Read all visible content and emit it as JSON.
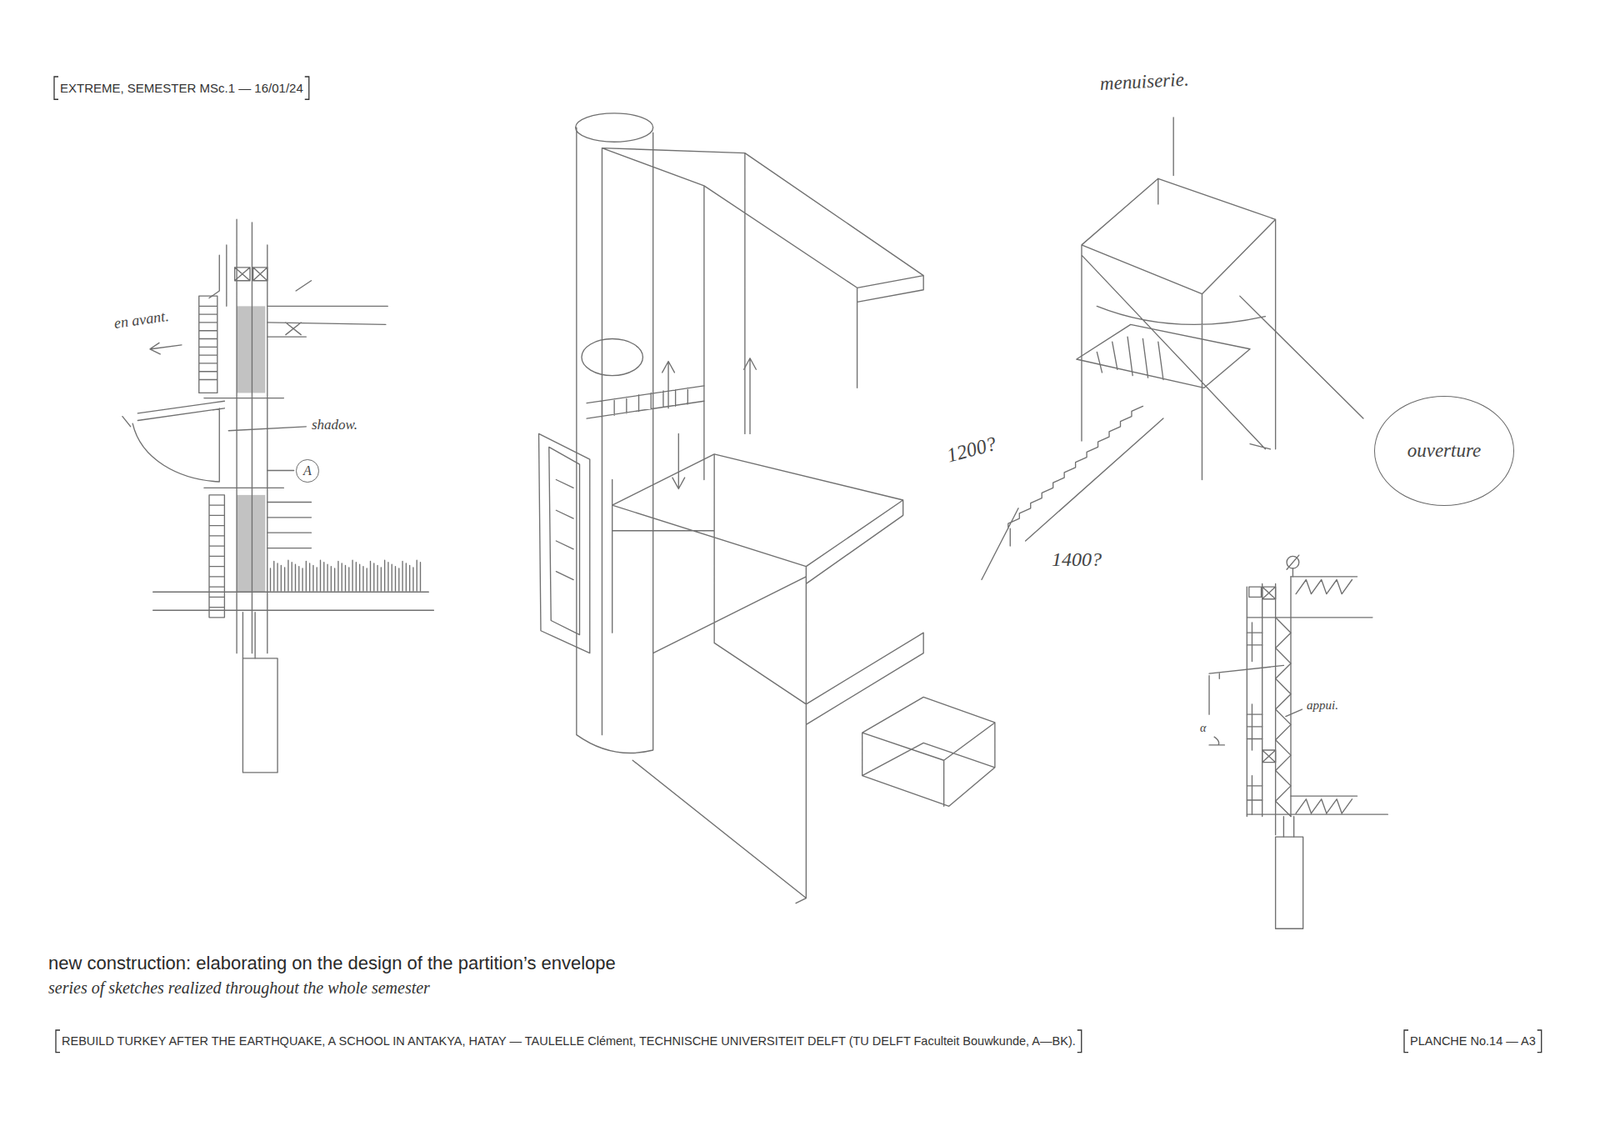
{
  "diagram": {
    "title": "new construction: elaborating on the design of the partition’s envelope",
    "caption": "series of sketches realized throughout the whole semester",
    "nodes": [
      {
        "text": [
          "A"
        ]
      },
      {
        "text": [
          "ouverture"
        ]
      }
    ],
    "labels": [
      "EXTREME, SEMESTER MSc.1 — 16/01/24",
      "menuiserie.",
      "en avant.",
      "shadow.",
      "1200?",
      "1400?",
      "appui.",
      "α",
      "REBUILD TURKEY AFTER THE EARTHQUAKE, A SCHOOL IN ANTAKYA, HATAY — TAULELLE Clément, TECHNISCHE UNIVERSITEIT DELFT (TU DELFT Faculteit Bouwkunde, A—BK).",
      "PLANCHE No.14 — A3"
    ]
  }
}
